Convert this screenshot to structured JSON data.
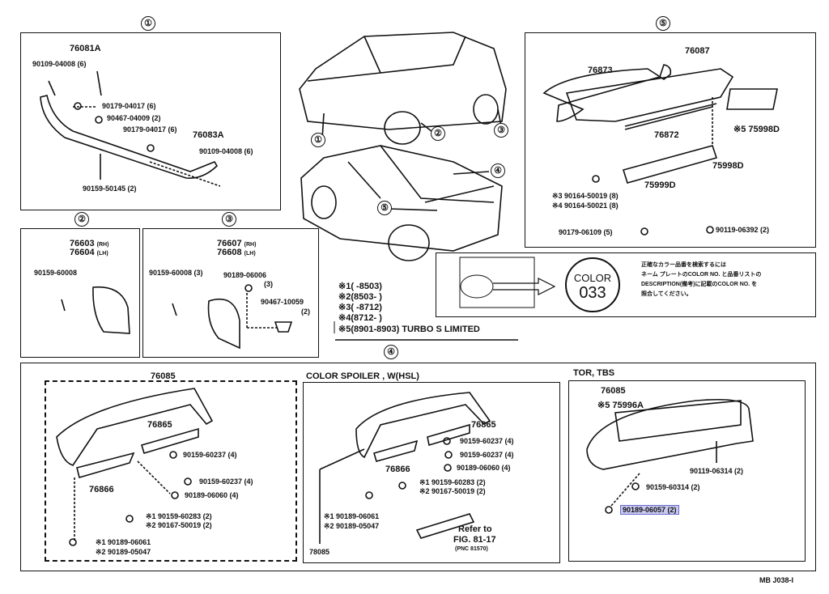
{
  "circles": {
    "s1": "①",
    "s2": "②",
    "s3": "③",
    "s4": "④",
    "s5": "⑤"
  },
  "panel1": {
    "p76081A": "76081A",
    "p90109a": "90109-04008 (6)",
    "p90179a": "90179-04017 (6)",
    "p90467a": "90467-04009 (2)",
    "p90179b": "90179-04017 (6)",
    "p76083A": "76083A",
    "p90109b": "90109-04008 (6)",
    "p90159a": "90159-50145 (2)"
  },
  "panel2": {
    "p76603": "76603",
    "rh": "(RH)",
    "p76604": "76604",
    "lh": "(LH)",
    "p90159": "90159-60008"
  },
  "panel3": {
    "p76607": "76607",
    "rh": "(RH)",
    "p76608": "76608",
    "lh": "(LH)",
    "p90159": "90159-60008 (3)",
    "p90189": "90189-06006",
    "p90189q": "(3)",
    "p90467": "90467-10059",
    "p90467q": "(2)"
  },
  "panel5": {
    "p76873": "76873",
    "p76087": "76087",
    "p76872": "76872",
    "p75998Da": "※5 75998D",
    "p75998Db": "75998D",
    "p75999D": "75999D",
    "p90164a": "※3 90164-50019 (8)",
    "p90164b": "※4 90164-50021 (8)",
    "p90179": "90179-06109 (5)",
    "p90119": "90119-06392 (2)"
  },
  "legend": {
    "l1": "※1(     -8503)",
    "l2": "※2(8503-        )",
    "l3": "※3(     -8712)",
    "l4": "※4(8712-        )",
    "l5": "※5(8901-8903) TURBO S LIMITED"
  },
  "colorplate": {
    "color_word": "COLOR",
    "color_no": "033",
    "jp1": "正確なカラー品番を検索するには",
    "jp2": "ネーム プレートのCOLOR NO. と品番リストの",
    "jp3": "DESCRIPTION(備考)に記載のCOLOR NO. を",
    "jp4": "照合してください。"
  },
  "panel4": {
    "a": {
      "p76085": "76085",
      "p76865": "76865",
      "p76866": "76866",
      "f1": "90159-60237 (4)",
      "f2": "90159-60237 (4)",
      "f3": "90189-06060 (4)",
      "f4": "※1 90159-60283 (2)",
      "f5": "※2 90167-50019 (2)",
      "f6": "※1 90189-06061",
      "f7": "※2 90189-05047"
    },
    "b": {
      "title": "COLOR SPOILER , W(HSL)",
      "p76865": "76865",
      "p76866": "76866",
      "f1": "90159-60237 (4)",
      "f2": "90159-60237 (4)",
      "f3": "90189-06060 (4)",
      "f4": "※1 90159-60283 (2)",
      "f5": "※2 90167-50019 (2)",
      "f6": "※1 90189-06061",
      "f7": "※2 90189-05047",
      "p78085": "78085",
      "refer": "Refer to",
      "fig": "FIG. 81-17",
      "pnc": "(PNC 81570)"
    },
    "c": {
      "title": "TOR, TBS",
      "p76085": "76085",
      "p75996A": "※5 75996A",
      "f1": "90119-06314 (2)",
      "f2": "90159-60314 (2)",
      "f3": "90189-06057 (2)"
    }
  },
  "footer": "MB  J038-I"
}
